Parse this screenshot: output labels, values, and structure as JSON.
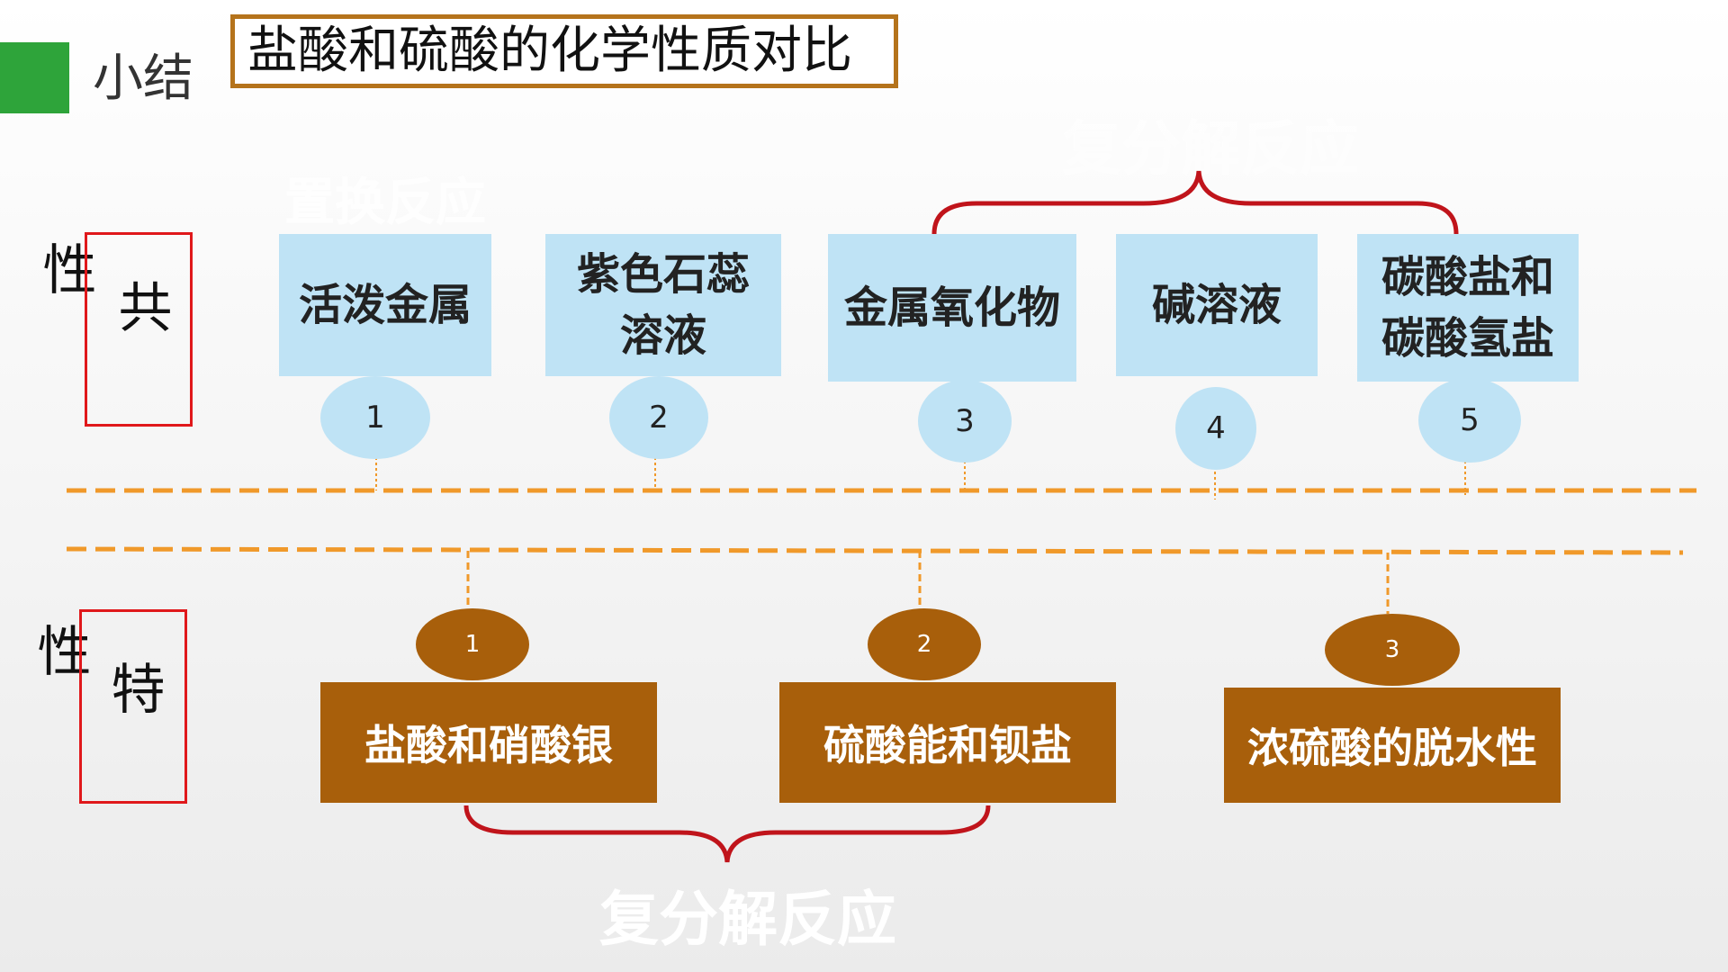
{
  "header": {
    "summary": "小结",
    "title": "盐酸和硫酸的化学性质对比"
  },
  "common": {
    "label": "共性",
    "items": [
      {
        "num": "1",
        "label": "活泼金属"
      },
      {
        "num": "2",
        "label": "紫色石蕊\n溶液"
      },
      {
        "num": "3",
        "label": "金属氧化物"
      },
      {
        "num": "4",
        "label": "碱溶液"
      },
      {
        "num": "5",
        "label": "碳酸盐和\n碳酸氢盐"
      }
    ],
    "top_brace_label": "复分解反应",
    "left_ghost_label": "置换反应"
  },
  "special": {
    "label": "特性",
    "items": [
      {
        "num": "1",
        "label": "盐酸和硝酸银"
      },
      {
        "num": "2",
        "label": "硫酸能和钡盐"
      },
      {
        "num": "3",
        "label": "浓硫酸的脱水性"
      }
    ],
    "bottom_brace_label": "复分解反应"
  },
  "colors": {
    "accent_green": "#2ea43a",
    "title_border": "#b5731b",
    "common_fill": "#bfe3f5",
    "special_fill": "#a85f0b",
    "brace": "#c0141b",
    "dash": "#f0992a",
    "label_box": "#e0181b"
  }
}
